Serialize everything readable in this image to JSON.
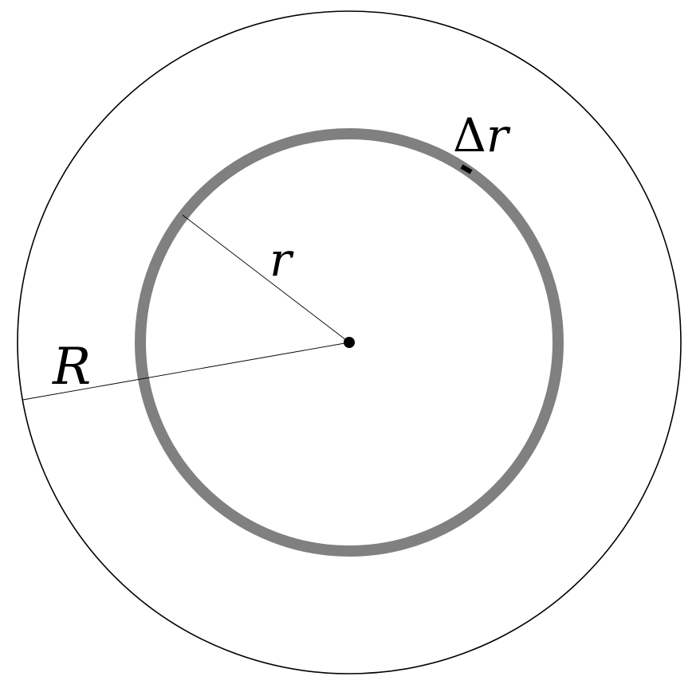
{
  "labels": {
    "outer_radius": "R",
    "inner_radius": "r",
    "shell_thickness_symbol": "Δ",
    "shell_thickness_variable": "r"
  },
  "colors": {
    "background": "#ffffff",
    "outline": "#000000",
    "shell": "#808080",
    "thickness_marker": "#000000",
    "center_point": "#000000"
  }
}
